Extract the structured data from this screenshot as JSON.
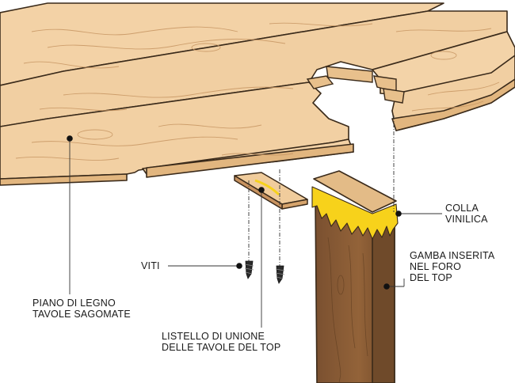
{
  "labels": {
    "colla": [
      "COLLA",
      "VINILICA"
    ],
    "gamba": [
      "GAMBA INSERITA",
      "NEL FORO",
      "DEL TOP"
    ],
    "viti": [
      "VITI"
    ],
    "piano": [
      "PIANO DI LEGNO",
      "TAVOLE SAGOMATE"
    ],
    "listello": [
      "LISTELLO DI UNIONE",
      "DELLE TAVOLE DEL TOP"
    ]
  },
  "colors": {
    "wood_top": "#f3d2a6",
    "wood_edge": "#e2b67f",
    "wood_grain": "#c79663",
    "leg_face": "#8a5d35",
    "leg_side": "#6f4a2a",
    "leg_top": "#e3bb87",
    "glue": "#f7d21b",
    "outline": "#3a2a1a",
    "leader": "#333333"
  }
}
